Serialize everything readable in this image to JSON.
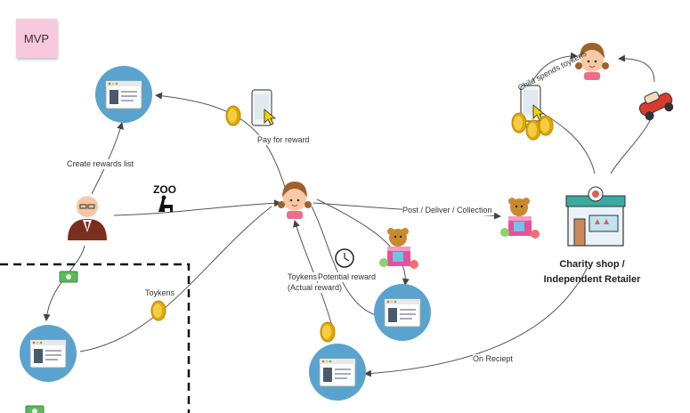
{
  "sticky_note": "MVP",
  "labels": {
    "create_rewards_list": "Create rewards list",
    "pay_for_reward": "Pay for reward",
    "toykens": "Toykens",
    "post_deliver_collection": "Post / Deliver / Collection",
    "toykens_actual_line1": "Toykens",
    "toykens_actual_line2": "(Actual reward)",
    "potential_reward": "Potential reward",
    "on_reciept": "On Reciept",
    "child_spends_toykens": "Child spends toykens"
  },
  "shop": {
    "line1": "Charity shop /",
    "line2": "Independent Retailer"
  },
  "zoo_sign": "ZOO",
  "colors": {
    "node_circle": "#5ba3cf",
    "coin": "#f2c230",
    "sticky": "#f8c8dc",
    "shop_teal": "#3aa99f"
  },
  "icons": [
    "browser-window-icon",
    "phone-tap-icon",
    "coin-icon",
    "grandparent-icon",
    "child-icon",
    "zoo-giraffe-icon",
    "toy-blocks-icon",
    "shop-icon",
    "toy-car-icon",
    "cash-icon",
    "clock-icon"
  ]
}
